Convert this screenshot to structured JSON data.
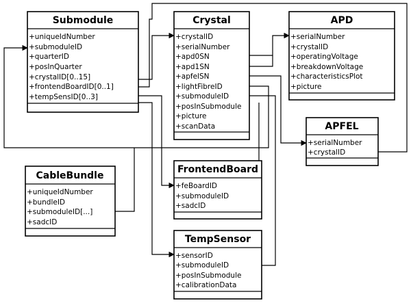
{
  "classes": {
    "submodule": {
      "name": "Submodule",
      "attributes": [
        "+uniqueIdNumber",
        "+submoduleID",
        "+quarterID",
        "+posInQuarter",
        "+crystalID[0..15]",
        "+frontendBoardID[0..1]",
        "+tempSensID[0..3]"
      ]
    },
    "crystal": {
      "name": "Crystal",
      "attributes": [
        "+crystalID",
        "+serialNumber",
        "+apd0SN",
        "+apd1SN",
        "+apfelSN",
        "+lightFibreID",
        "+submoduleID",
        "+posInSubmodule",
        "+picture",
        "+scanData"
      ]
    },
    "apd": {
      "name": "APD",
      "attributes": [
        "+serialNumber",
        "+crystalID",
        "+operatingVoltage",
        "+breakdownVoltage",
        "+characteristicsPlot",
        "+picture"
      ]
    },
    "apfel": {
      "name": "APFEL",
      "attributes": [
        "+serialNumber",
        "+crystalID"
      ]
    },
    "cablebundle": {
      "name": "CableBundle",
      "attributes": [
        "+uniqueIdNumber",
        "+bundleID",
        "+submoduleID[...]",
        "+sadcID"
      ]
    },
    "frontendboard": {
      "name": "FrontendBoard",
      "attributes": [
        "+feBoardID",
        "+submoduleID",
        "+sadcID"
      ]
    },
    "tempsensor": {
      "name": "TempSensor",
      "attributes": [
        "+sensorID",
        "+submoduleID",
        "+posInSubmodule",
        "+calibrationData"
      ]
    }
  },
  "colors": {
    "line": "#000000",
    "background": "#ffffff"
  }
}
